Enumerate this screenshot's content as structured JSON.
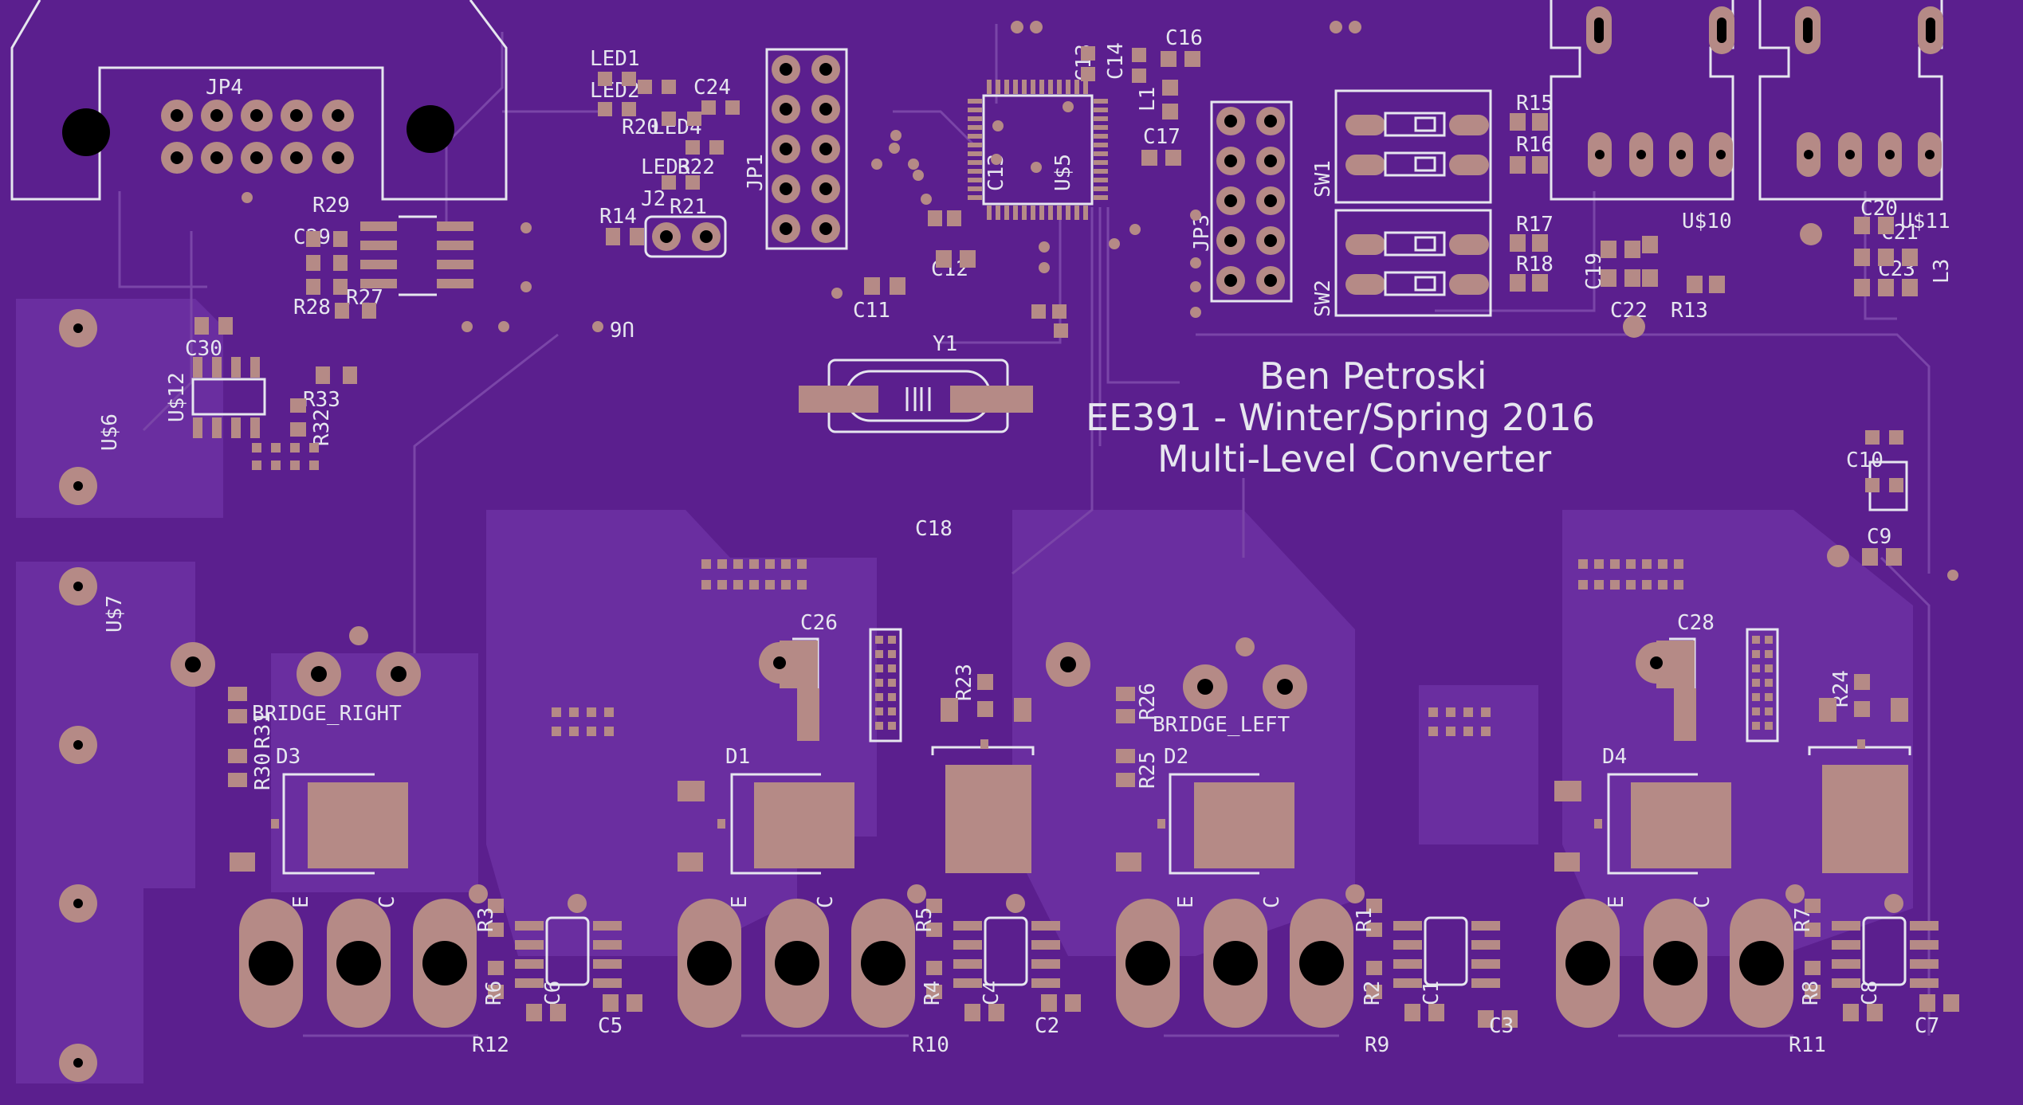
{
  "title": {
    "line1": "Ben Petroski",
    "line2": "EE391 - Winter/Spring 2016",
    "line3": "Multi-Level Converter"
  },
  "labels": {
    "jp4": "JP4",
    "r29": "R29",
    "c29": "C29",
    "r28": "R28",
    "r27": "R27",
    "u6": "U6",
    "c30": "C30",
    "u12": "U$12",
    "r33": "R33",
    "r32": "R32",
    "u_6": "U$6",
    "u_7": "U$7",
    "led1": "LED1",
    "led2": "LED2",
    "r20": "R20",
    "led4": "LED4",
    "led3": "LED3",
    "r22": "R22",
    "j2": "J2",
    "r21": "R21",
    "r14": "R14",
    "c24": "C24",
    "jp1": "JP1",
    "c11": "C11",
    "c12": "C12",
    "y1": "Y1",
    "c18": "C18",
    "u5": "U$5",
    "c13": "C13",
    "c14": "C14",
    "c16": "C16",
    "l1": "L1",
    "c17": "C17",
    "jp3": "JP3",
    "sw1": "SW1",
    "sw2": "SW2",
    "r15": "R15",
    "r16": "R16",
    "r17": "R17",
    "r18": "R18",
    "c19": "C19",
    "u10": "U$10",
    "c22": "C22",
    "r13": "R13",
    "c20": "C20",
    "u11": "U$11",
    "l3": "L3",
    "c21": "C21",
    "c23": "C23",
    "c10": "C10",
    "c9": "C9",
    "bridge_right": "BRIDGE_RIGHT",
    "bridge_left": "BRIDGE_LEFT",
    "r30": "R30",
    "r31": "R31",
    "d3": "D3",
    "d1": "D1",
    "d2": "D2",
    "d4": "D4",
    "c26": "C26",
    "c28": "C28",
    "r23": "R23",
    "r24": "R24",
    "r25": "R25",
    "r26": "R26",
    "r12": "R12",
    "r10": "R10",
    "r9": "R9",
    "r11": "R11",
    "c5": "C5",
    "c2": "C2",
    "c3": "C3",
    "c7": "C7",
    "c6": "C6",
    "c4": "C4",
    "c1": "C1",
    "c8": "C8",
    "r3": "R3",
    "r6": "R6",
    "r4": "R4",
    "r5": "R5",
    "r1": "R1",
    "r2": "R2",
    "r7": "R7",
    "r8": "R8",
    "e": "E",
    "c": "C"
  },
  "colors": {
    "board": "#5b1f8e",
    "pour": "#6a2ea0",
    "copper": "#b58a86",
    "silkscreen": "#e6e6ef",
    "drill": "#000000"
  }
}
